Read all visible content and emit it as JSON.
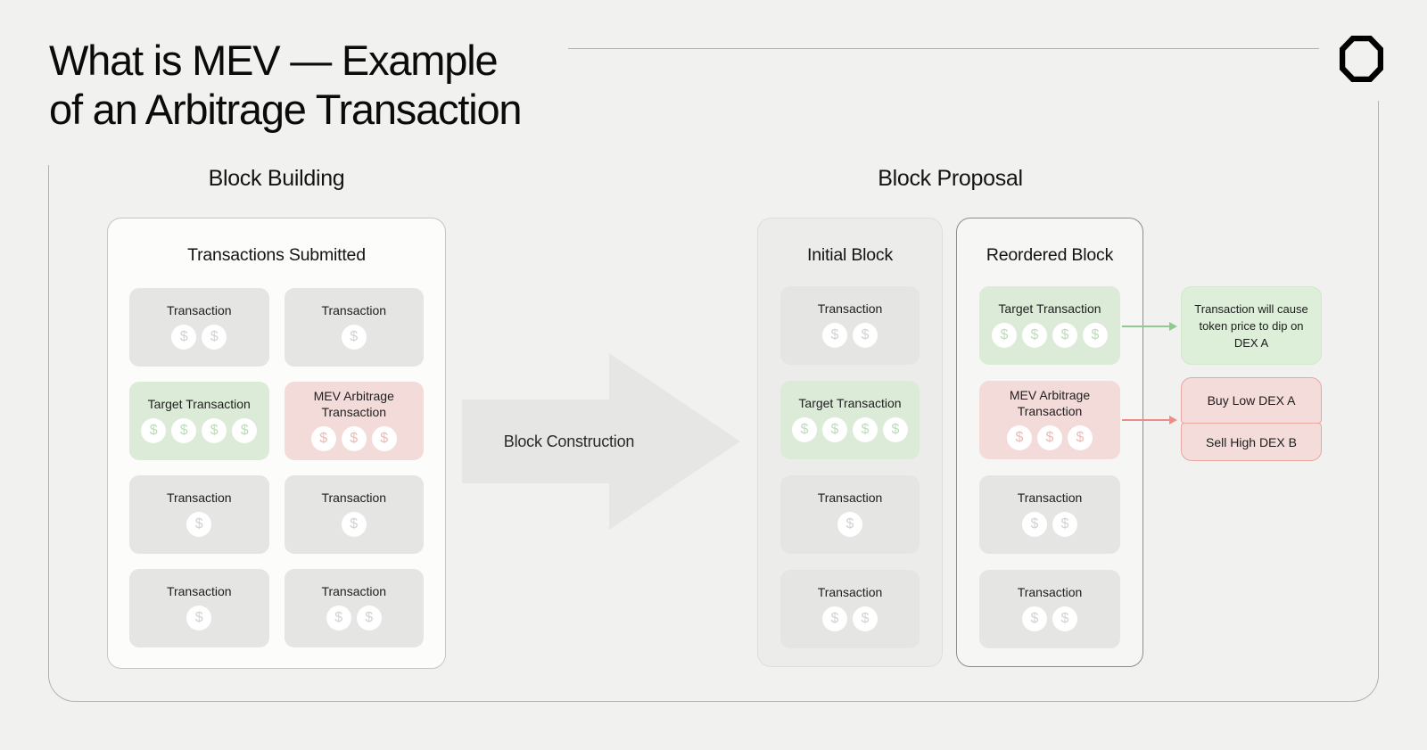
{
  "title": {
    "line1": "What is MEV — Example",
    "line2": "of an Arbitrage Transaction"
  },
  "logo": {
    "name": "octagon-logo"
  },
  "coin_symbol": "$",
  "block_building": {
    "heading": "Block Building",
    "submitted_panel": {
      "heading": "Transactions Submitted",
      "cards": [
        {
          "label": "Transaction",
          "type": "gray",
          "coins": 2
        },
        {
          "label": "Transaction",
          "type": "gray",
          "coins": 1
        },
        {
          "label": "Target Transaction",
          "type": "green",
          "coins": 4
        },
        {
          "label": "MEV Arbitrage Transaction",
          "type": "pink",
          "coins": 3
        },
        {
          "label": "Transaction",
          "type": "gray",
          "coins": 1
        },
        {
          "label": "Transaction",
          "type": "gray",
          "coins": 1
        },
        {
          "label": "Transaction",
          "type": "gray",
          "coins": 1
        },
        {
          "label": "Transaction",
          "type": "gray",
          "coins": 2
        }
      ]
    }
  },
  "construction_arrow": {
    "label": "Block Construction"
  },
  "block_proposal": {
    "heading": "Block Proposal",
    "initial_block": {
      "heading": "Initial Block",
      "cards": [
        {
          "label": "Transaction",
          "type": "gray",
          "coins": 2
        },
        {
          "label": "Target Transaction",
          "type": "green",
          "coins": 4
        },
        {
          "label": "Transaction",
          "type": "gray",
          "coins": 1
        },
        {
          "label": "Transaction",
          "type": "gray",
          "coins": 2
        }
      ]
    },
    "reordered_block": {
      "heading": "Reordered Block",
      "cards": [
        {
          "label": "Target Transaction",
          "type": "green",
          "coins": 4
        },
        {
          "label": "MEV Arbitrage Transaction",
          "type": "pink",
          "coins": 3
        },
        {
          "label": "Transaction",
          "type": "gray",
          "coins": 2
        },
        {
          "label": "Transaction",
          "type": "gray",
          "coins": 2
        }
      ]
    }
  },
  "annotations": {
    "green_note": "Transaction will cause token price to dip on DEX A",
    "pink_note_1": "Buy Low DEX A",
    "pink_note_2": "Sell High DEX B"
  },
  "colors": {
    "background": "#f1f1ef",
    "frame_border": "#b1b1af",
    "card_gray": "#e5e5e3",
    "card_green": "#dcebd7",
    "card_pink": "#f3dbd9",
    "note_green": "#ddeed9",
    "note_pink": "#f4dcda",
    "note_pink_border": "#e9a7a2",
    "connector_green": "#8fcb90",
    "connector_pink": "#ee8d88",
    "arrow_fill": "#e6e6e4",
    "logo_black": "#000000"
  }
}
